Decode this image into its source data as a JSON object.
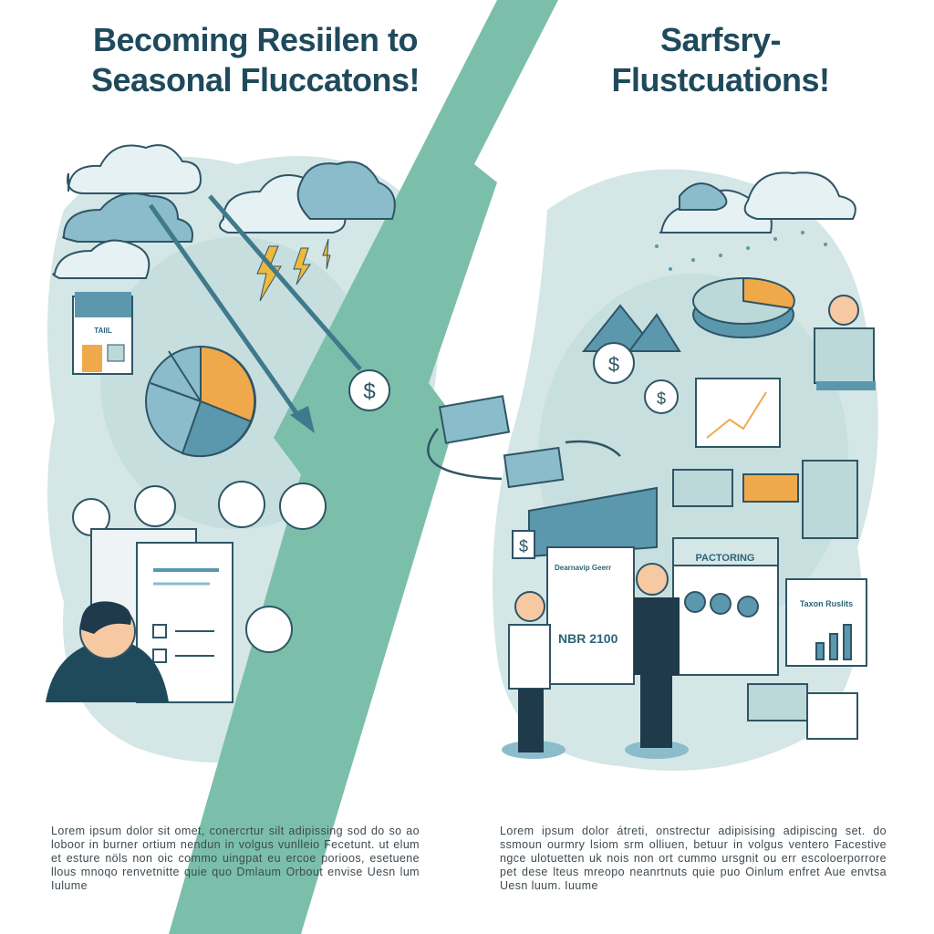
{
  "left_panel": {
    "title": "Becoming Resiilen to Seasonal Fluccatons!",
    "body": "Lorem ipsum dolor sit omet, conercrtur silt adipissing sod do so ao loboor in burner ortium nendun in volgus vunlleio Fecetunt. ut elum et esture nöls non oic commo uingpat eu ercoe porioos, esetuene llous mnoqo renvetnitte quie quo Dmlaum Orbout envise Uesn lum Iulume",
    "store_sign": "TAIIL"
  },
  "right_panel": {
    "title": "Sarfsry- Flustcuations!",
    "body": "Lorem ipsum dolor átreti, onstrectur adipisising adipiscing set. do ssmoun ourmry lsiom srm olliuen, betuur in volgus ventero Facestive ngce ulotuetten uk nois non ort cummo ursgnit ou err escoloerporrore pet dese lteus mreopo neanrtnuts quie puo Oinlum enfret Aue envtsa Uesn luum. Iuume",
    "factoring_board": "PACTORING",
    "chart_board": "Taxon Ruslits",
    "receipt_header": "Dearnavip Geerr",
    "receipt_amount": "NBR 2100"
  },
  "colors": {
    "title": "#1f4a5c",
    "band": "#7bbfaa",
    "blob": "#cfe3e3",
    "accent_orange": "#f0a94a",
    "teal": "#5b98ae"
  }
}
